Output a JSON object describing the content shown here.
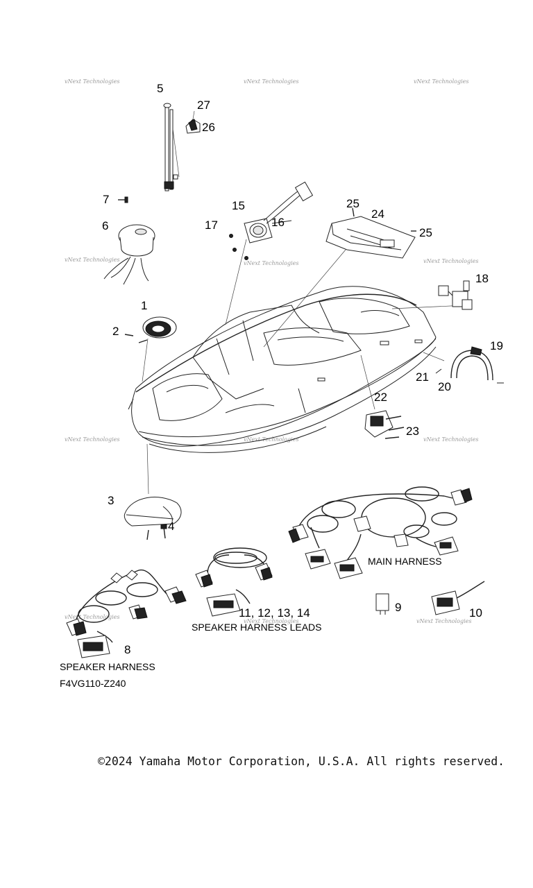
{
  "watermark": "vNext Technologies",
  "callouts": {
    "c1": "1",
    "c2": "2",
    "c3": "3",
    "c4": "4",
    "c5": "5",
    "c6": "6",
    "c7": "7",
    "c8": "8",
    "c9": "9",
    "c10": "10",
    "c11_14": "11, 12, 13, 14",
    "c15": "15",
    "c16": "16",
    "c17": "17",
    "c18": "18",
    "c19": "19",
    "c20": "20",
    "c21": "21",
    "c22": "22",
    "c23": "23",
    "c24": "24",
    "c25a": "25",
    "c25b": "25",
    "c26": "26",
    "c27": "27"
  },
  "captions": {
    "main_harness": "MAIN HARNESS",
    "speaker_harness_leads": "SPEAKER HARNESS LEADS",
    "speaker_harness": "SPEAKER HARNESS",
    "diagram_code": "F4VG110-Z240"
  },
  "copyright": "©2024 Yamaha Motor Corporation, U.S.A. All rights reserved."
}
